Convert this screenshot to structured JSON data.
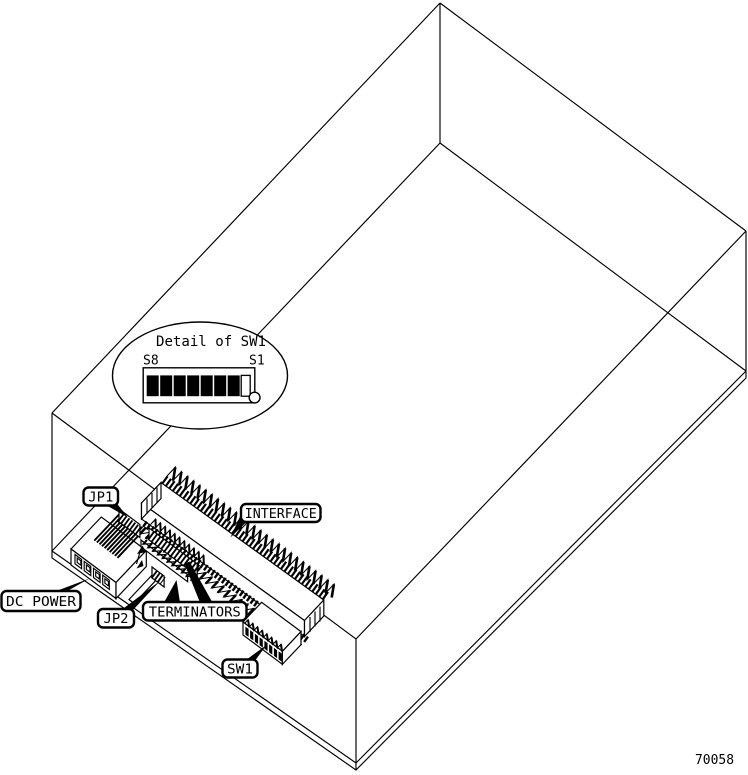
{
  "figure": {
    "number": "70058"
  },
  "colors": {
    "line": "#000000",
    "background": "#ffffff"
  },
  "detail_callout": {
    "title": "Detail of SW1",
    "left_switch_label": "S8",
    "right_switch_label": "S1",
    "switch_states": [
      "on",
      "on",
      "on",
      "on",
      "on",
      "on",
      "on",
      "off"
    ]
  },
  "labels": {
    "jp1": "JP1",
    "interface": "INTERFACE",
    "dc_power": "DC POWER",
    "jp2": "JP2",
    "terminators": "TERMINATORS",
    "sw1": "SW1"
  }
}
